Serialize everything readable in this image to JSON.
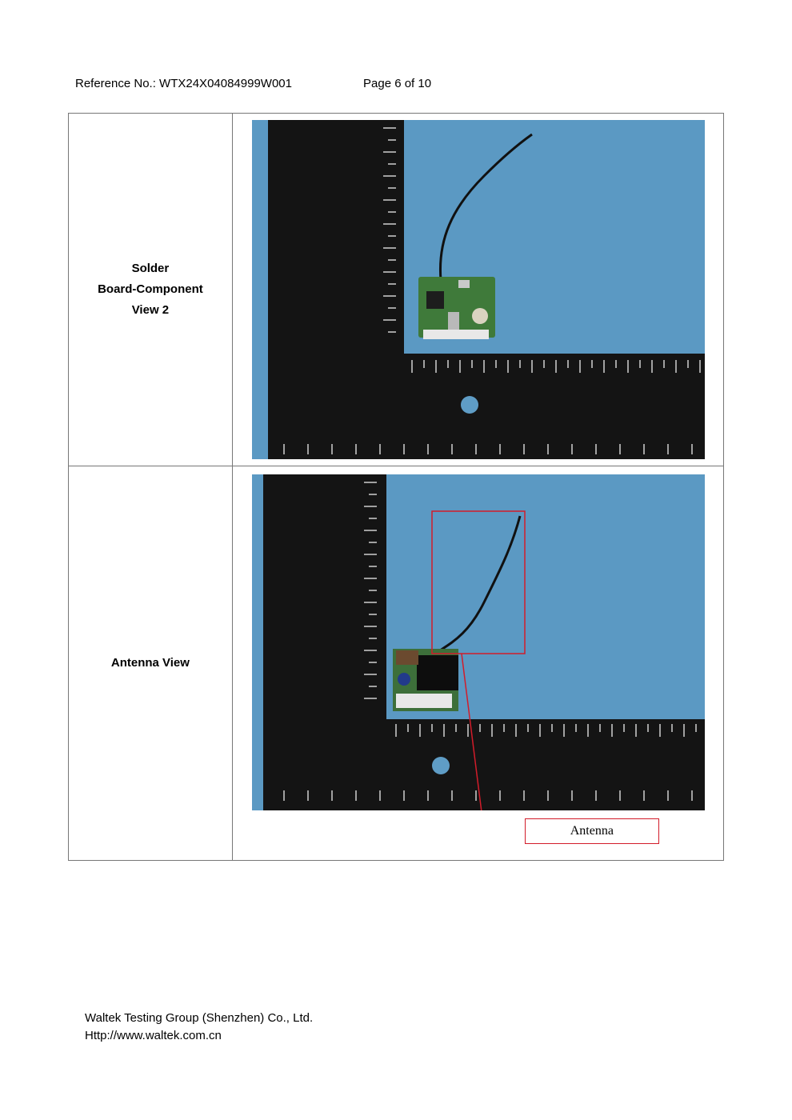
{
  "header": {
    "reference": "Reference No.: WTX24X04084999W001",
    "page": "Page 6 of 10"
  },
  "rows": [
    {
      "label_lines": [
        "Solder",
        "Board-Component",
        "View 2"
      ],
      "photo": {
        "background_color": "#5f9dc6",
        "ruler_color": "#141414",
        "board_color": "#3f7a3a"
      }
    },
    {
      "label_lines": [
        "Antenna View"
      ],
      "photo": {
        "background_color": "#5f9dc6",
        "ruler_color": "#141414",
        "highlight_color": "#d21c2a"
      },
      "callout": "Antenna"
    }
  ],
  "footer": {
    "company": "Waltek Testing Group (Shenzhen) Co., Ltd.",
    "url": "Http://www.waltek.com.cn"
  }
}
